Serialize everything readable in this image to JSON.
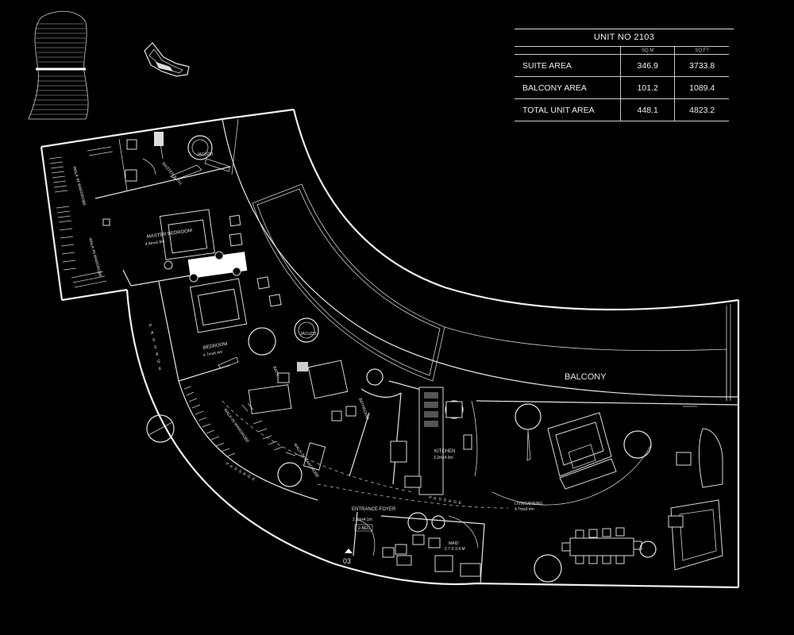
{
  "table": {
    "title": "UNIT NO 2103",
    "units": [
      "SQ.M",
      "SQ.FT"
    ],
    "rows": [
      {
        "label": "SUITE AREA",
        "sqm": "346.9",
        "sqft": "3733.8"
      },
      {
        "label": "BALCONY AREA",
        "sqm": "101.2",
        "sqft": "1089.4"
      },
      {
        "label": "TOTAL UNIT AREA",
        "sqm": "448.1",
        "sqft": "4823.2"
      }
    ]
  },
  "rooms": {
    "balcony": "BALCONY",
    "master_bedroom": "MASTER BEDROOM",
    "master_bedroom_size": "4.8mx6.9m",
    "master_bath": "MASTER BATH",
    "jacuzzi": "JACUZZI",
    "bedroom": "BEDROOM",
    "bedroom_size": "4.7mx6.4m",
    "bath": "BATH",
    "bathroom": "BATHROOM",
    "walk_in_wardrobe": "WALK-IN WARDROBE",
    "kitchen": "KITCHEN",
    "kitchen_size": "3.2mx4.9m",
    "living_dining": "LIVING/DINING",
    "living_dining_size": "4.7mx9.4m",
    "entrance_foyer": "ENTRANCE FOYER",
    "entrance_foyer_size": "2.3mx4.1m",
    "maid": "MAID",
    "maid_size": "2.7 X 3.4 M",
    "passage": "PASSAGE",
    "passage_letters": [
      "P",
      "A",
      "S",
      "S",
      "A",
      "G",
      "E"
    ],
    "bed_tag": "2-BED",
    "section_marker": "03"
  }
}
